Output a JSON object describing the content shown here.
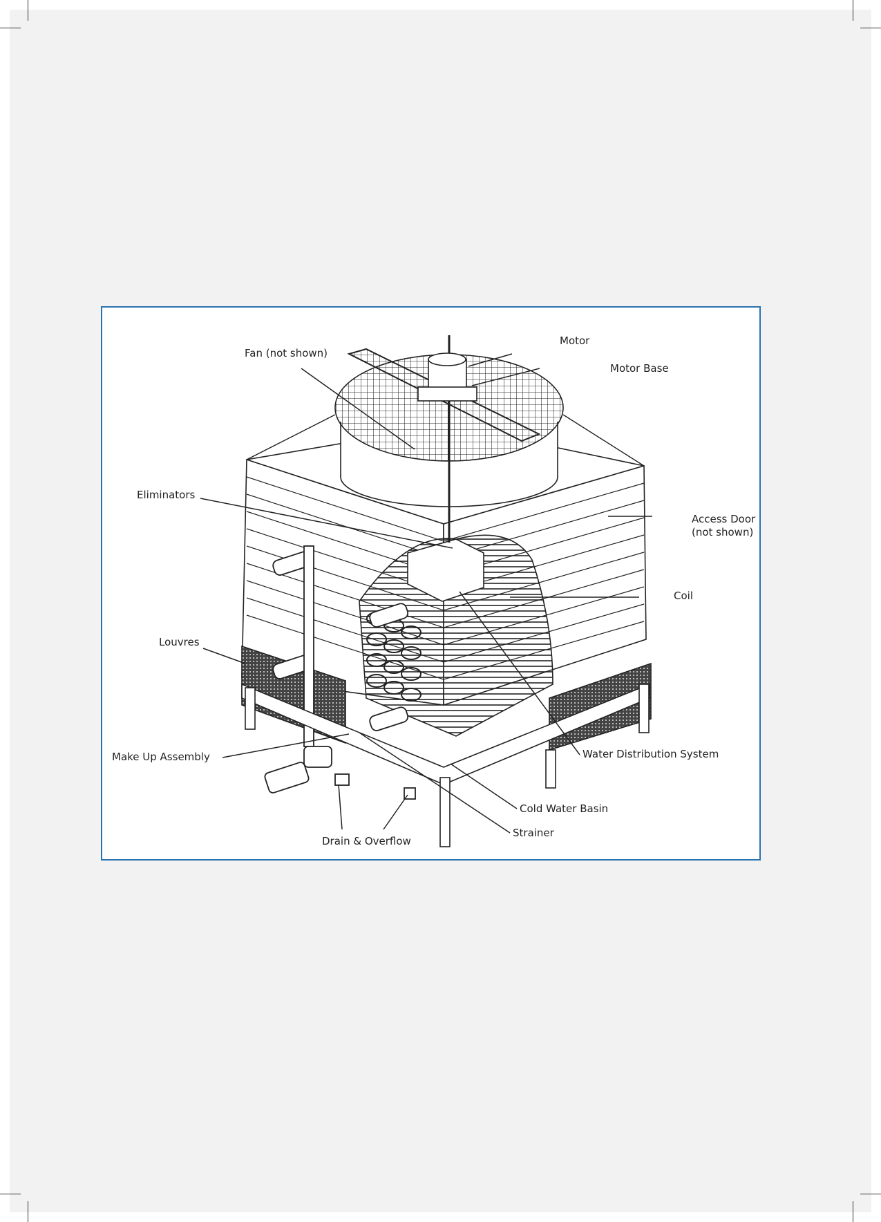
{
  "figure": {
    "border_color": "#2b73b0",
    "labels": {
      "motor": "Motor",
      "motor_base": "Motor Base",
      "fan": "Fan (not shown)",
      "eliminators": "Eliminators",
      "access_door_line1": "Access Door",
      "access_door_line2": "(not shown)",
      "coil": "Coil",
      "louvres": "Louvres",
      "water_distribution": "Water Distribution System",
      "make_up": "Make Up Assembly",
      "cold_water_basin": "Cold Water Basin",
      "strainer": "Strainer",
      "drain_overflow": "Drain & Overflow"
    }
  }
}
